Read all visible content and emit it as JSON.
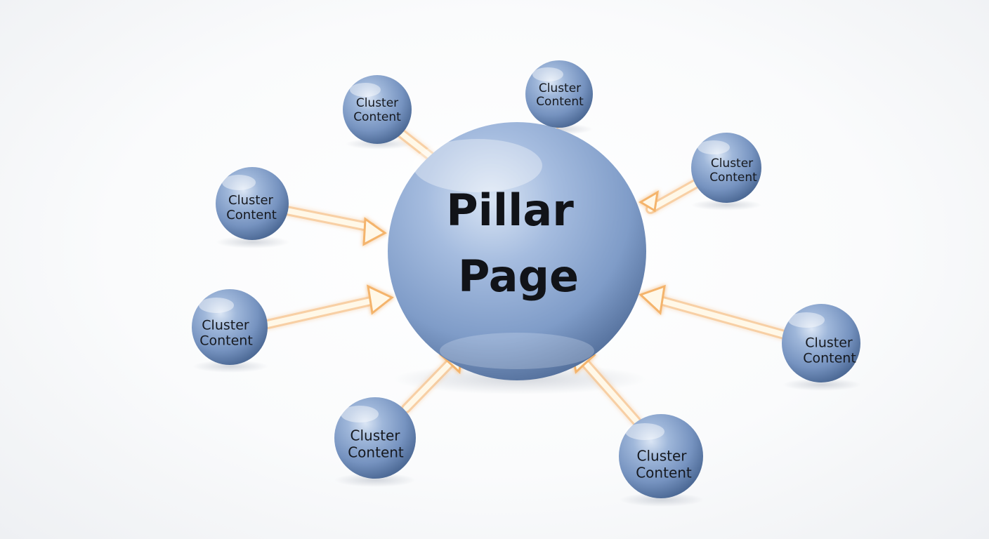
{
  "pillar": {
    "line1": "Pillar",
    "line2": "Page"
  },
  "clusters": [
    {
      "line1": "Cluster",
      "line2": "Content"
    },
    {
      "line1": "Cluster",
      "line2": "Content"
    },
    {
      "line1": "Cluster",
      "line2": "Content"
    },
    {
      "line1": "Cluster",
      "line2": "Content"
    },
    {
      "line1": "Cluster",
      "line2": "Content"
    },
    {
      "line1": "Cluster",
      "line2": "Content"
    },
    {
      "line1": "Cluster",
      "line2": "Content"
    },
    {
      "line1": "Cluster",
      "line2": "Content"
    }
  ],
  "colors": {
    "sphere": "#7f9cc6",
    "sphere_dark": "#4f6c98",
    "sphere_light": "#c9d8ee",
    "arrow": "#fff3cf",
    "arrow_glow": "#f5b46a"
  }
}
